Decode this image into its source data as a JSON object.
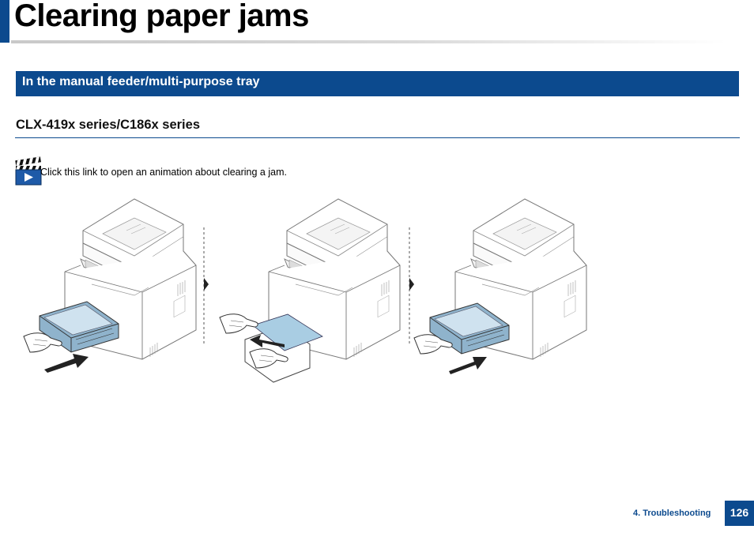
{
  "page": {
    "title": "Clearing paper jams"
  },
  "section": {
    "banner": "In the manual feeder/multi-purpose tray",
    "subheading": "CLX-419x series/C186x series"
  },
  "animation_link": {
    "icon": "video-clapper-icon",
    "text": "Click this link to open an animation about clearing a jam."
  },
  "steps": [
    {
      "icon": "printer-pull-tray-out"
    },
    {
      "icon": "printer-remove-jammed-paper"
    },
    {
      "icon": "printer-push-tray-in"
    }
  ],
  "footer": {
    "section_label": "4.  Troubleshooting",
    "page_number": "126"
  },
  "colors": {
    "brand_blue": "#0c4a8e",
    "paper_blue": "#a9cde3",
    "line_gray": "#777777"
  }
}
